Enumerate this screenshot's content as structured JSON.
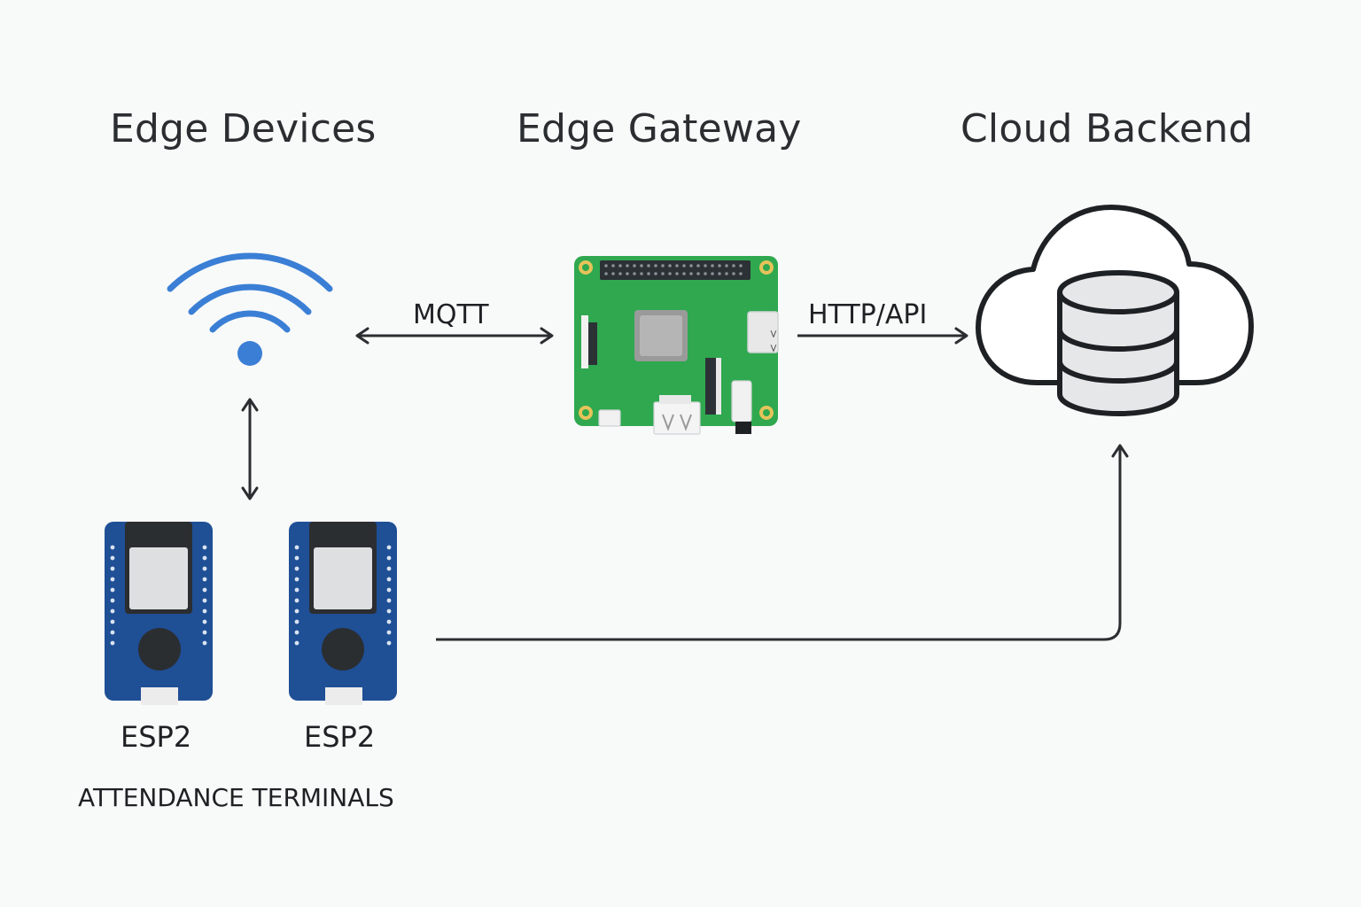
{
  "headings": {
    "edge_devices": "Edge Devices",
    "edge_gateway": "Edge Gateway",
    "cloud_backend": "Cloud Backend"
  },
  "connections": {
    "wifi_gateway": "MQTT",
    "gateway_cloud": "HTTP/API"
  },
  "devices": [
    {
      "label": "ESP2"
    },
    {
      "label": "ESP2"
    }
  ],
  "group_label": "ATTENDANCE TERMINALS",
  "icons": {
    "wifi": "wifi-icon",
    "gateway": "raspberry-pi-board-icon",
    "cloud": "cloud-database-icon",
    "device": "esp-board-icon"
  },
  "colors": {
    "background": "#f8f9f9",
    "text": "#2b2e31",
    "wifi_blue": "#3a7fd5",
    "board_green": "#2fa84f",
    "esp_blue": "#1f4f95",
    "line": "#2b2e31"
  }
}
